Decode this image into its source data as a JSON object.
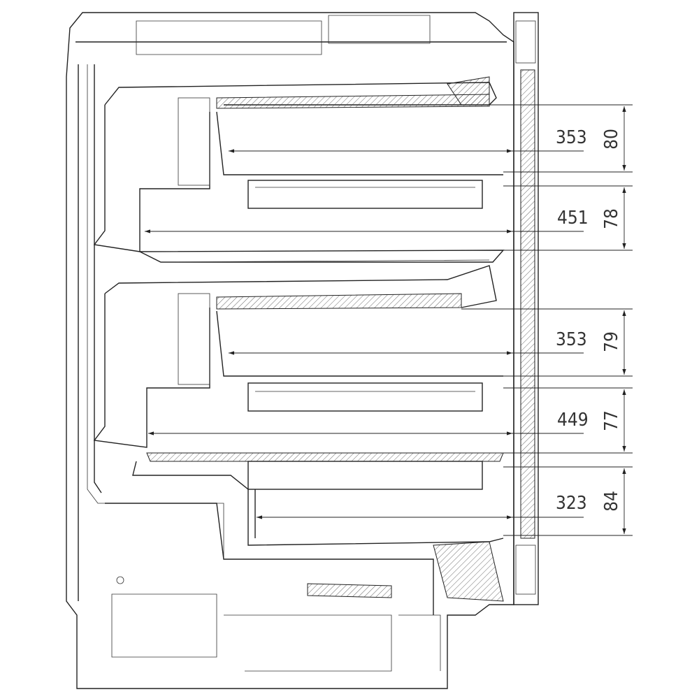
{
  "drawing": {
    "title": "Refrigerator cross-section with compartment dimensions",
    "compartments": [
      {
        "depth": "353",
        "height": "80"
      },
      {
        "depth": "451",
        "height": "78"
      },
      {
        "depth": "353",
        "height": "79"
      },
      {
        "depth": "449",
        "height": "77"
      },
      {
        "depth": "323",
        "height": "84"
      }
    ]
  }
}
